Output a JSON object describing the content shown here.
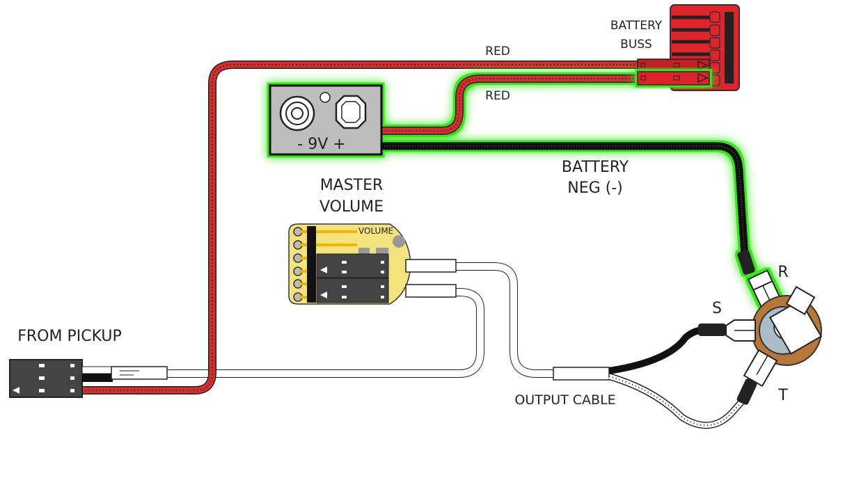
{
  "labels": {
    "red_top": "RED",
    "red_battery": "RED",
    "battery_buss_line1": "BATTERY",
    "battery_buss_line2": "BUSS",
    "battery_clip": "-  9V  +",
    "battery_neg_line1": "BATTERY",
    "battery_neg_line2": "NEG (-)",
    "master_volume_line1": "MASTER",
    "master_volume_line2": "VOLUME",
    "volume_board": "VOLUME",
    "from_pickup": "FROM PICKUP",
    "output_cable": "OUTPUT CABLE",
    "ring": "R",
    "sleeve": "S",
    "tip": "T"
  },
  "colors": {
    "red_wire": "#d32f2f",
    "black_wire": "#222222",
    "highlight_glow": "#39e61e",
    "volume_board": "#f4e27c",
    "battery_buss": "#e0242b",
    "battery_clip": "#bdbdbd",
    "jack_plate": "#b5783a",
    "jack_insulator": "#a9bcc8"
  }
}
